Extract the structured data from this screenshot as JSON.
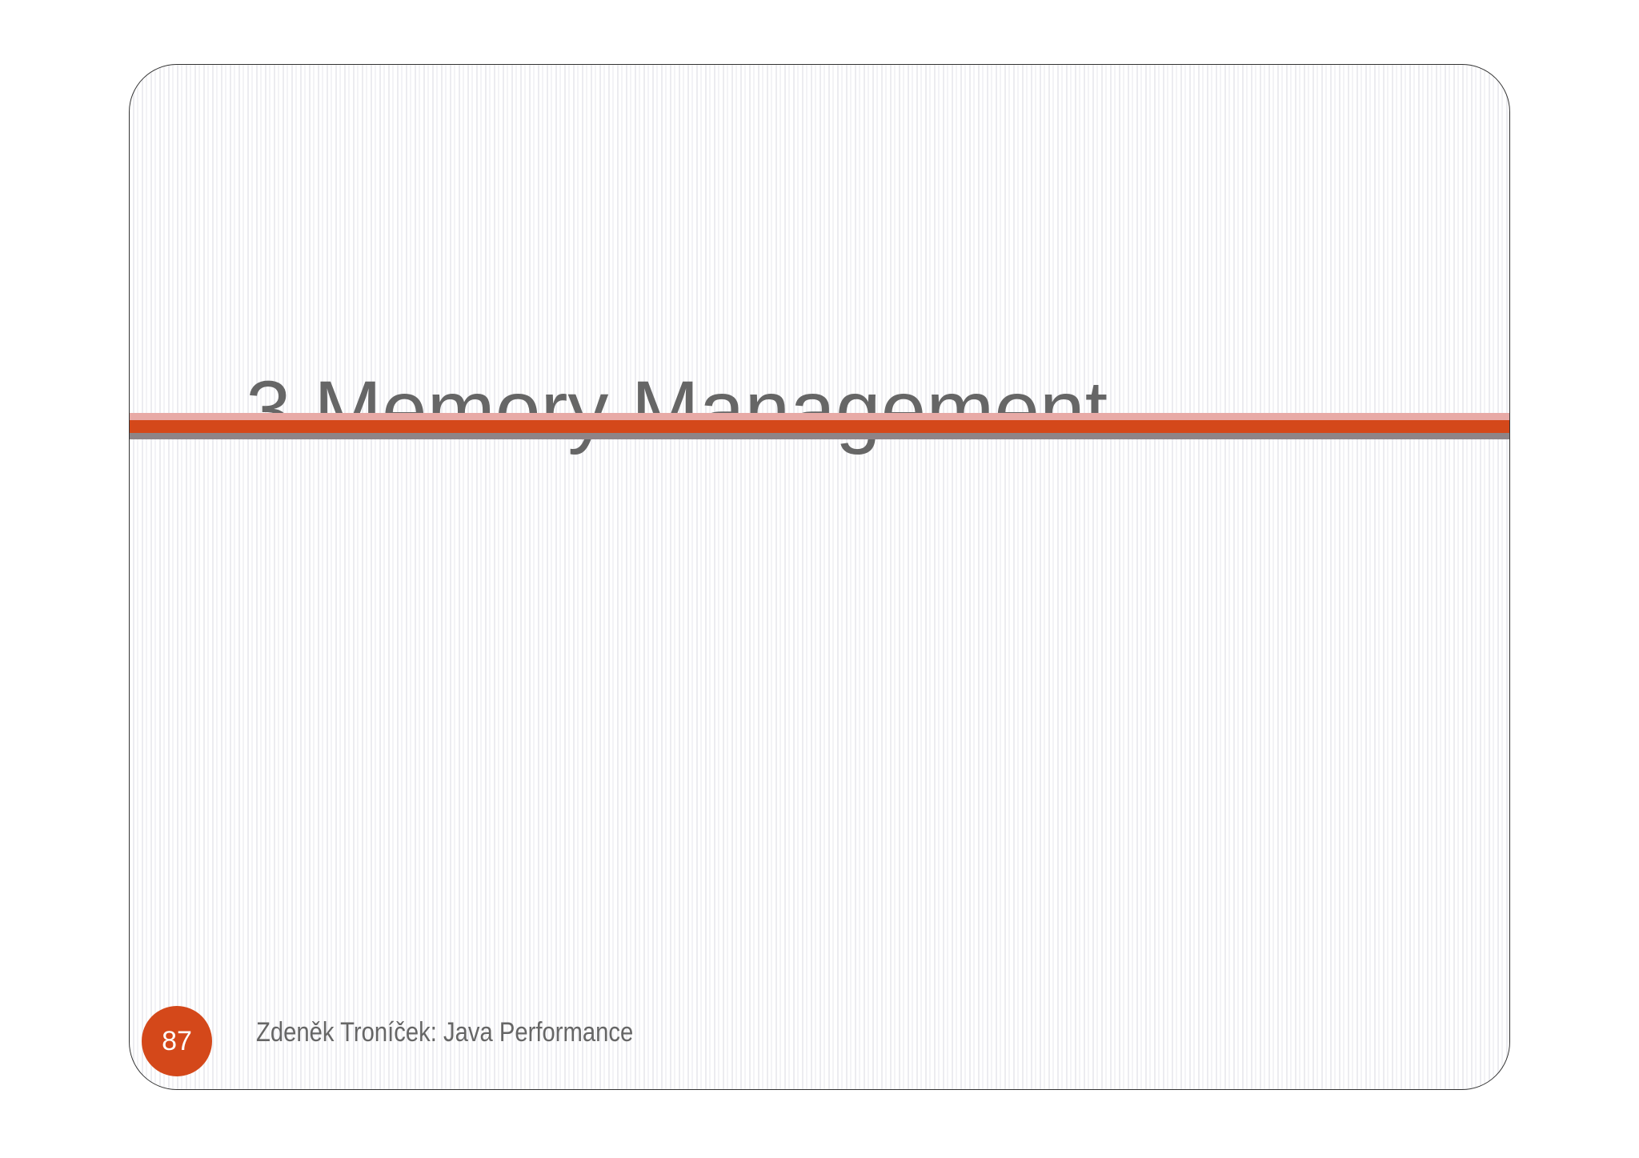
{
  "slide": {
    "title": "3 Memory Management",
    "page_number": "87",
    "footer": "Zdeněk Troníček: Java Performance"
  },
  "colors": {
    "accent_orange": "#d4481a",
    "stripe_pink": "#e8aaa6",
    "stripe_gray": "#8e8487",
    "text_gray": "#666666"
  }
}
